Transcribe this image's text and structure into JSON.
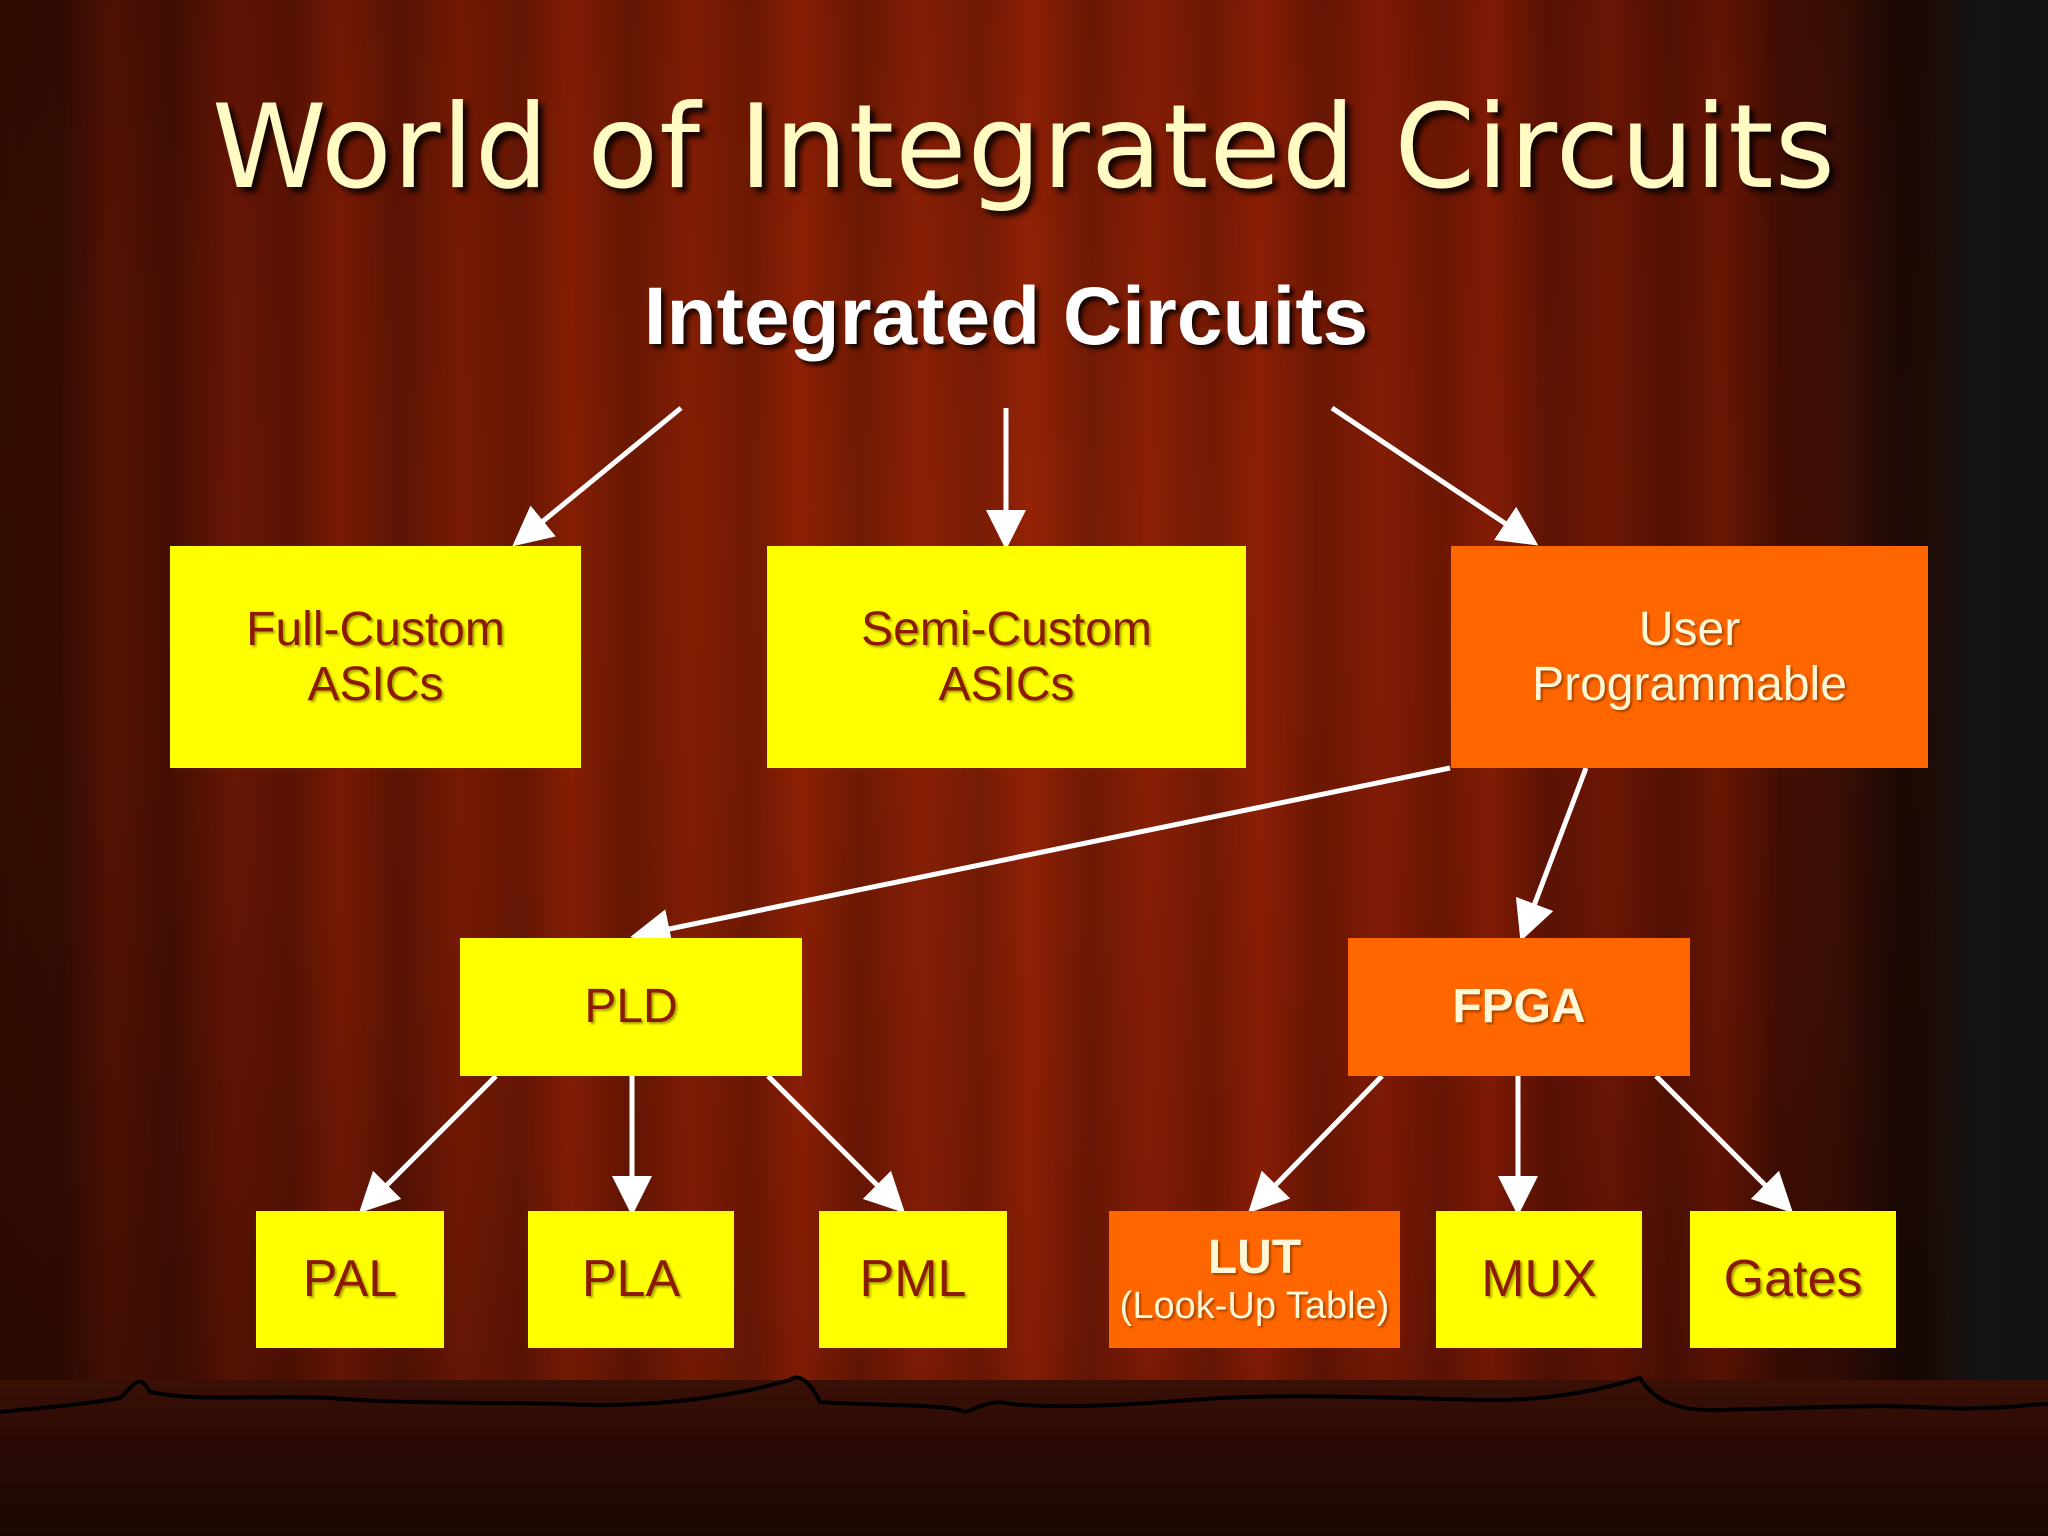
{
  "title": "World of Integrated Circuits",
  "root": "Integrated Circuits",
  "level1": {
    "full_custom": [
      "Full-Custom",
      "ASICs"
    ],
    "semi_custom": [
      "Semi-Custom",
      "ASICs"
    ],
    "user_programmable": [
      "User",
      "Programmable"
    ]
  },
  "level2": {
    "pld": "PLD",
    "fpga": "FPGA"
  },
  "level3": {
    "pal": "PAL",
    "pla": "PLA",
    "pml": "PML",
    "lut": "LUT",
    "lut_sub": "(Look-Up Table)",
    "mux": "MUX",
    "gates": "Gates"
  },
  "colors": {
    "yellow_box": "#ffff00",
    "orange_box": "#ff6600",
    "title_text": "#fffbc2",
    "box_text_dark": "#8b1a00",
    "arrow": "#ffffff"
  }
}
